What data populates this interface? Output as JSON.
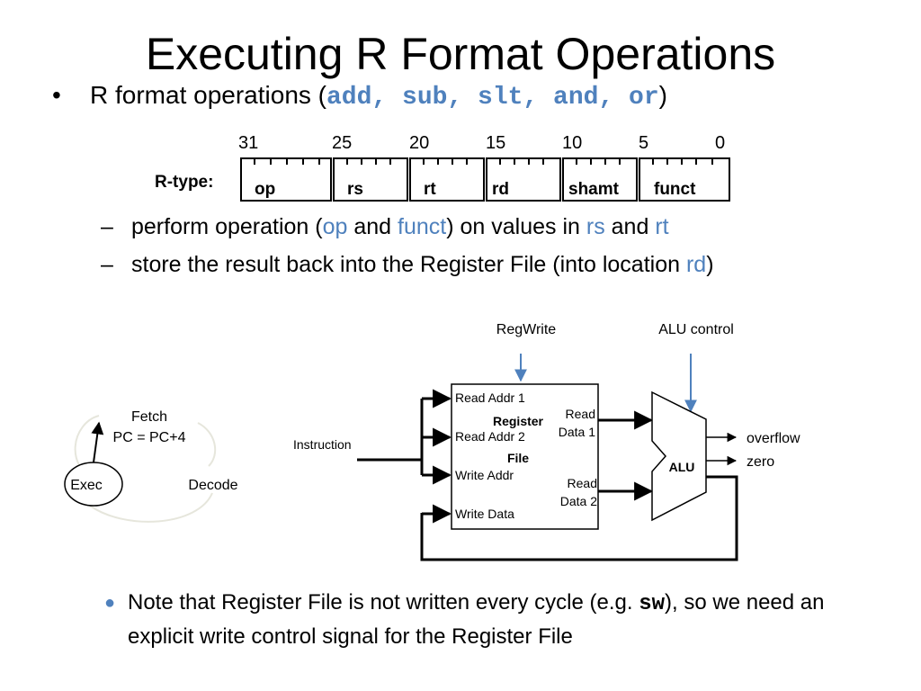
{
  "title": "Executing R Format Operations",
  "bullet1": {
    "prefix": "R format operations (",
    "ops": "add, sub, slt, and, or",
    "suffix": ")"
  },
  "rtype": {
    "label": "R-type:",
    "bit_positions": [
      "31",
      "25",
      "20",
      "15",
      "10",
      "5",
      "0"
    ],
    "fields": [
      "op",
      "rs",
      "rt",
      "rd",
      "shamt",
      "funct"
    ]
  },
  "sub1": {
    "t1": "perform operation (",
    "op": "op",
    "t2": " and ",
    "funct": "funct",
    "t3": ") on values in ",
    "rs": "rs",
    "t4": " and ",
    "rt": "rt"
  },
  "sub2": {
    "t1": "store the result back into the Register File (into location ",
    "rd": "rd",
    "t2": ")"
  },
  "cycle": {
    "fetch": "Fetch",
    "pc": "PC = PC+4",
    "decode": "Decode",
    "exec": "Exec"
  },
  "datapath": {
    "regwrite": "RegWrite",
    "alu_control": "ALU control",
    "instruction": "Instruction",
    "read_addr1": "Read Addr 1",
    "read_addr2": "Read Addr 2",
    "write_addr": "Write Addr",
    "write_data": "Write Data",
    "register": "Register",
    "file": "File",
    "read_data1_a": "Read",
    "read_data1_b": "Data 1",
    "read_data2_a": "Read",
    "read_data2_b": "Data 2",
    "alu": "ALU",
    "overflow": "overflow",
    "zero": "zero"
  },
  "note": {
    "bullet": "●",
    "t1": "Note that Register File is not written every cycle (e.g. ",
    "code": "sw",
    "t2": "), so we need an explicit write control signal for the Register File"
  },
  "colors": {
    "accent": "#4f81bd",
    "cycle_arrow": "#e6e6dc"
  }
}
